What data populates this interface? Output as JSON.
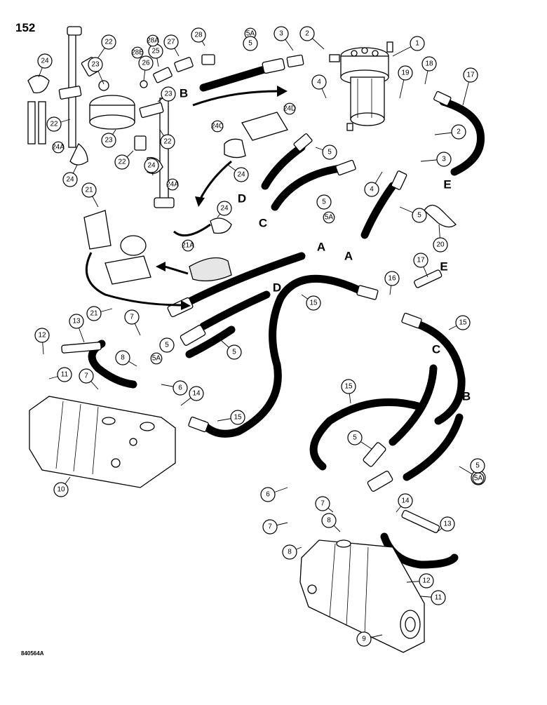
{
  "page_number": "152",
  "reference_code": "840564A",
  "connection_letters": [
    "A",
    "B",
    "C",
    "D",
    "E"
  ],
  "callouts": [
    "1",
    "2",
    "3",
    "4",
    "5",
    "5A",
    "6",
    "7",
    "8",
    "9",
    "10",
    "11",
    "12",
    "13",
    "14",
    "15",
    "16",
    "17",
    "18",
    "19",
    "20",
    "21",
    "21A",
    "22",
    "23",
    "24",
    "24A",
    "24C",
    "24D",
    "25",
    "26",
    "27",
    "28",
    "28A",
    "28B"
  ]
}
